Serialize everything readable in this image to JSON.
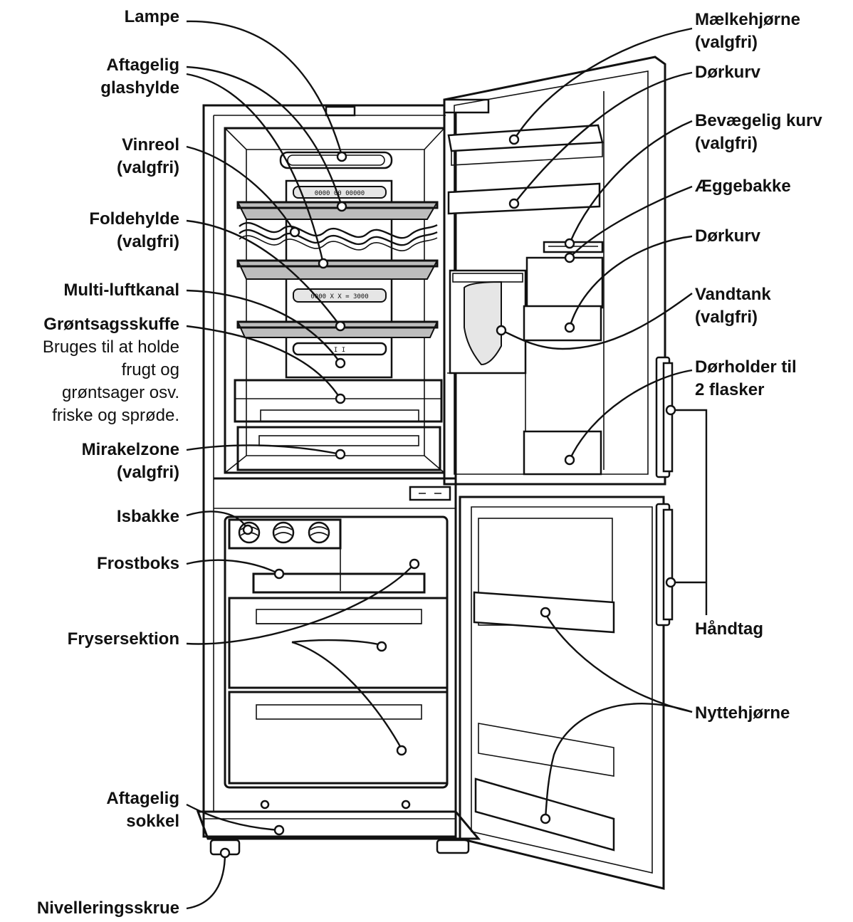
{
  "labels_left": [
    {
      "id": "lampe",
      "lines": [
        "Lampe"
      ]
    },
    {
      "id": "glashylde",
      "lines": [
        "Aftagelig",
        "glashylde"
      ]
    },
    {
      "id": "vinreol",
      "lines": [
        "Vinreol",
        "(valgfri)"
      ]
    },
    {
      "id": "foldehylde",
      "lines": [
        "Foldehylde",
        "(valgfri)"
      ]
    },
    {
      "id": "luftkanal",
      "lines": [
        "Multi-luftkanal"
      ]
    },
    {
      "id": "groentsag",
      "lines": [
        "Grøntsagsskuffe"
      ],
      "note": [
        "Bruges til at holde",
        "frugt og",
        "grøntsager osv.",
        "friske og sprøde."
      ]
    },
    {
      "id": "mirakel",
      "lines": [
        "Mirakelzone",
        "(valgfri)"
      ]
    },
    {
      "id": "isbakke",
      "lines": [
        "Isbakke"
      ]
    },
    {
      "id": "frostboks",
      "lines": [
        "Frostboks"
      ]
    },
    {
      "id": "fryser",
      "lines": [
        "Frysersektion"
      ]
    },
    {
      "id": "sokkel",
      "lines": [
        "Aftagelig",
        "sokkel"
      ]
    },
    {
      "id": "skrue",
      "lines": [
        "Nivelleringsskrue"
      ]
    }
  ],
  "labels_right": [
    {
      "id": "maelk",
      "lines": [
        "Mælkehjørne",
        "(valgfri)"
      ]
    },
    {
      "id": "dorkurv1",
      "lines": [
        "Dørkurv"
      ]
    },
    {
      "id": "bevaegelig",
      "lines": [
        "Bevægelig kurv",
        "(valgfri)"
      ]
    },
    {
      "id": "aeg",
      "lines": [
        "Æggebakke"
      ]
    },
    {
      "id": "dorkurv2",
      "lines": [
        "Dørkurv"
      ]
    },
    {
      "id": "vandtank",
      "lines": [
        "Vandtank",
        "(valgfri)"
      ]
    },
    {
      "id": "dorholder",
      "lines": [
        "Dørholder til",
        "2 flasker"
      ]
    },
    {
      "id": "haandtag",
      "lines": [
        "Håndtag"
      ]
    },
    {
      "id": "nytte",
      "lines": [
        "Nyttehjørne"
      ]
    }
  ],
  "panel_text": {
    "upper": "0000 00   00000",
    "middle": "0000  X      X = 3000",
    "lower": "I                  I"
  },
  "colors": {
    "ink": "#111111",
    "glass": "#bdbdbd",
    "panel": "#e6e6e6",
    "background": "#ffffff"
  }
}
